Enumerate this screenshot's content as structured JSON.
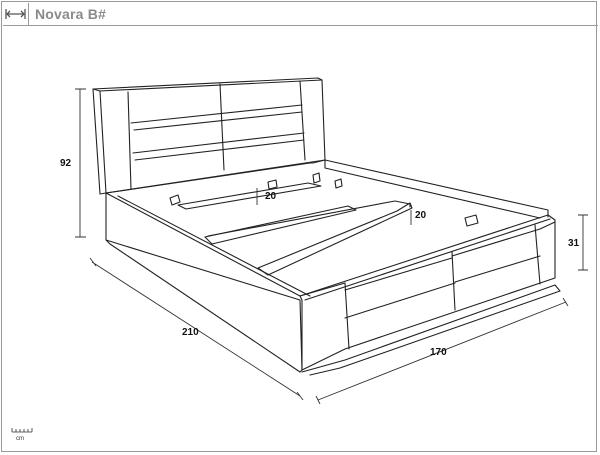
{
  "header": {
    "title": "Novara B#",
    "icon": "bed-width-icon"
  },
  "dimensions": {
    "height": "92",
    "length": "210",
    "width": "170",
    "leg_height": "31",
    "slat_gap_left": "20",
    "slat_gap_right": "20"
  },
  "scale": {
    "unit": "cm"
  }
}
